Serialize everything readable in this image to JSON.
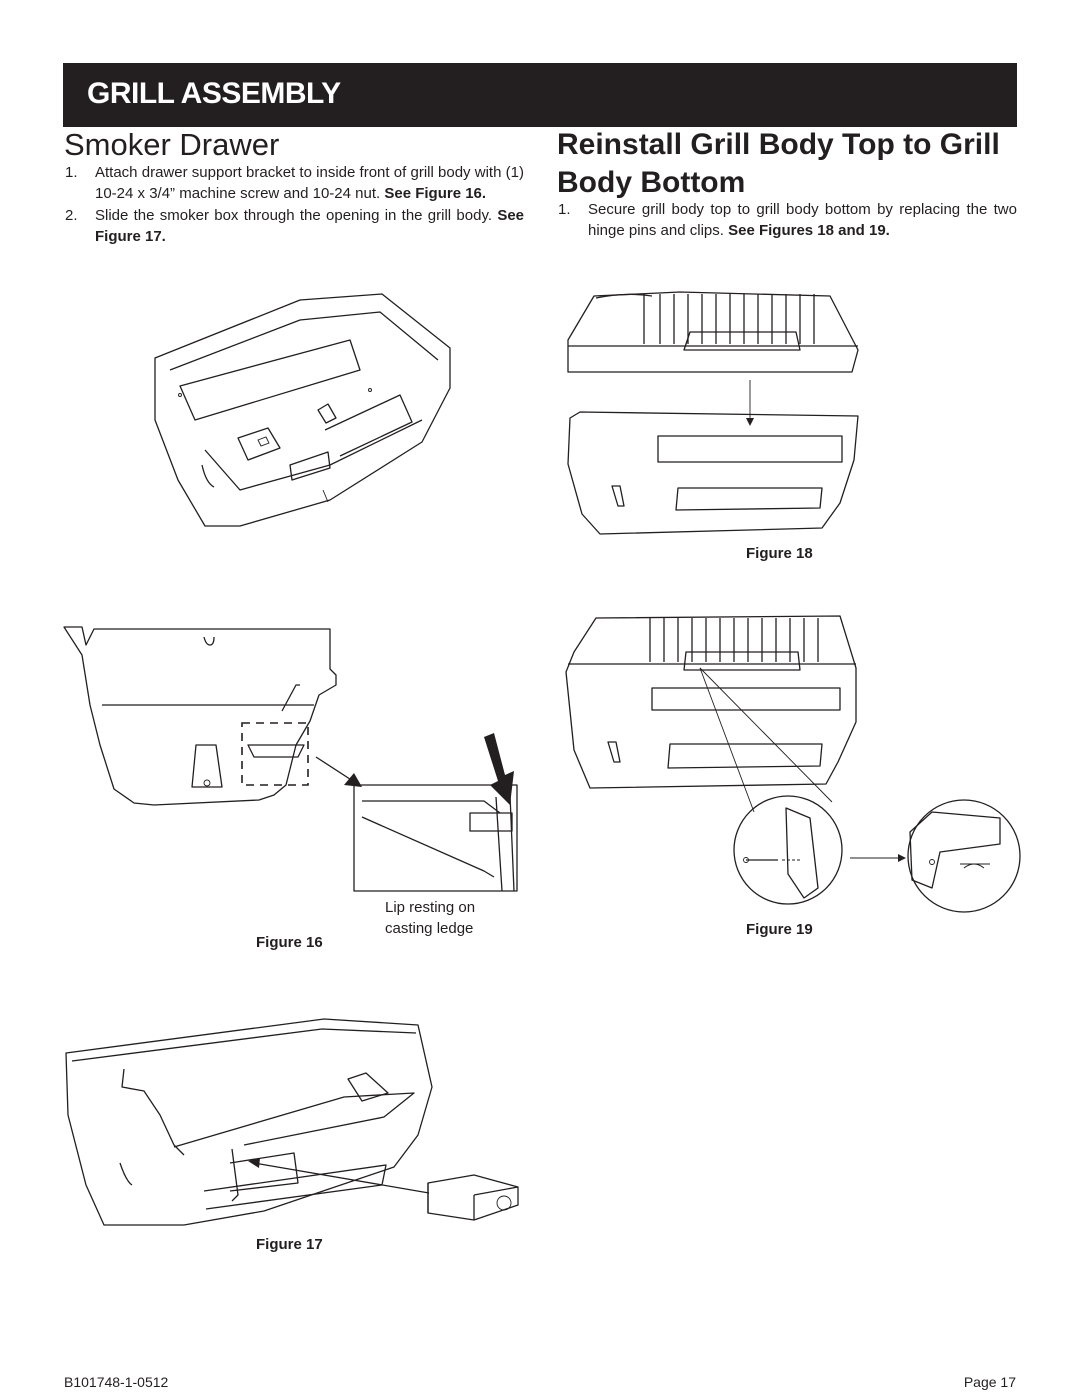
{
  "banner": {
    "title": "GRILL ASSEMBLY"
  },
  "smoker": {
    "heading": "Smoker Drawer",
    "steps": [
      {
        "num": "1.",
        "text": "Attach drawer support bracket to inside front of grill body with (1) 10-24 x 3/4” machine screw and 10-24 nut.",
        "ref": "See Figure 16."
      },
      {
        "num": "2.",
        "text": "Slide the smoker box through the opening in the grill body.",
        "ref": "See Figure 17."
      }
    ]
  },
  "reinstall": {
    "heading": "Reinstall Grill Body Top to Grill Body Bottom",
    "steps": [
      {
        "num": "1.",
        "text": "Secure grill body top to grill body bottom by replacing the two hinge pins and clips.",
        "ref": "See Figures 18 and 19."
      }
    ]
  },
  "figures": {
    "fig16": "Figure 16",
    "fig16_note_line1": "Lip resting on",
    "fig16_note_line2": "casting ledge",
    "fig17": "Figure 17",
    "fig18": "Figure 18",
    "fig19": "Figure 19"
  },
  "footer": {
    "doc_number": "B101748-1-0512",
    "page": "Page 17"
  }
}
